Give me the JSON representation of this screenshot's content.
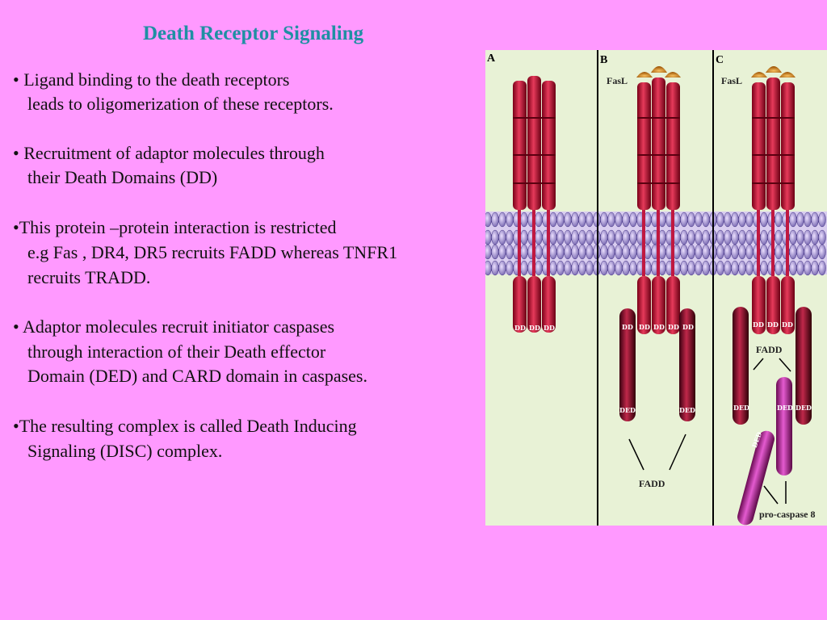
{
  "slide": {
    "title": "Death Receptor Signaling",
    "bullets": [
      {
        "lines": [
          "• Ligand binding to the death receptors",
          "leads to oligomerization of these receptors."
        ]
      },
      {
        "lines": [
          "• Recruitment of adaptor molecules through",
          "their Death Domains (DD)"
        ]
      },
      {
        "lines": [
          "•This protein –protein interaction is restricted",
          "e.g Fas , DR4, DR5 recruits FADD whereas TNFR1",
          "recruits TRADD."
        ]
      },
      {
        "lines": [
          "• Adaptor molecules recruit initiator caspases",
          " through interaction of their Death effector",
          "Domain (DED) and CARD domain in caspases."
        ]
      },
      {
        "lines": [
          "•The resulting complex is called Death Inducing",
          "Signaling (DISC) complex."
        ]
      }
    ]
  },
  "figure": {
    "panels": {
      "a": "A",
      "b": "B",
      "c": "C"
    },
    "fasl_b": "FasL",
    "fasl_c": "FasL",
    "dd": "DD",
    "ded": "DED",
    "fadd_b": "FADD",
    "fadd_c": "FADD",
    "procaspase": "pro-caspase 8"
  }
}
